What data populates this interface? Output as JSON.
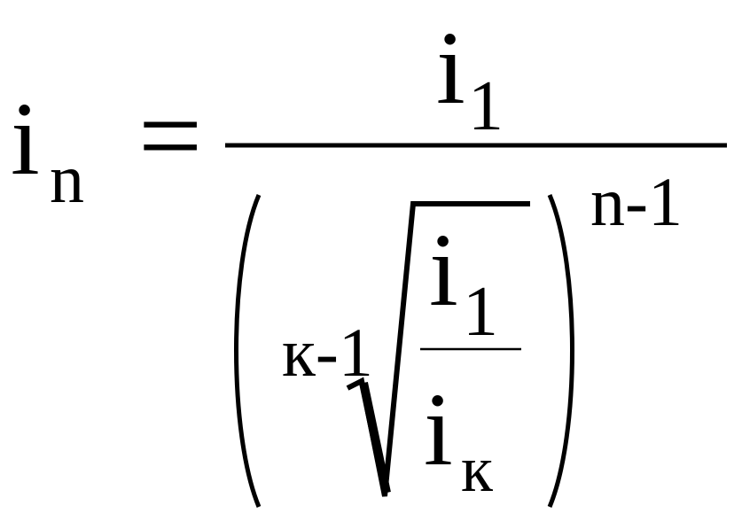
{
  "formula": {
    "lhs": {
      "base": "i",
      "subscript": "n"
    },
    "equals": "=",
    "numerator": {
      "base": "i",
      "subscript": "1"
    },
    "denominator": {
      "root_index": "к-1",
      "radicand": {
        "numerator": {
          "base": "i",
          "subscript": "1"
        },
        "denominator": {
          "base": "i",
          "subscript": "к"
        }
      },
      "exponent": "n-1"
    }
  }
}
